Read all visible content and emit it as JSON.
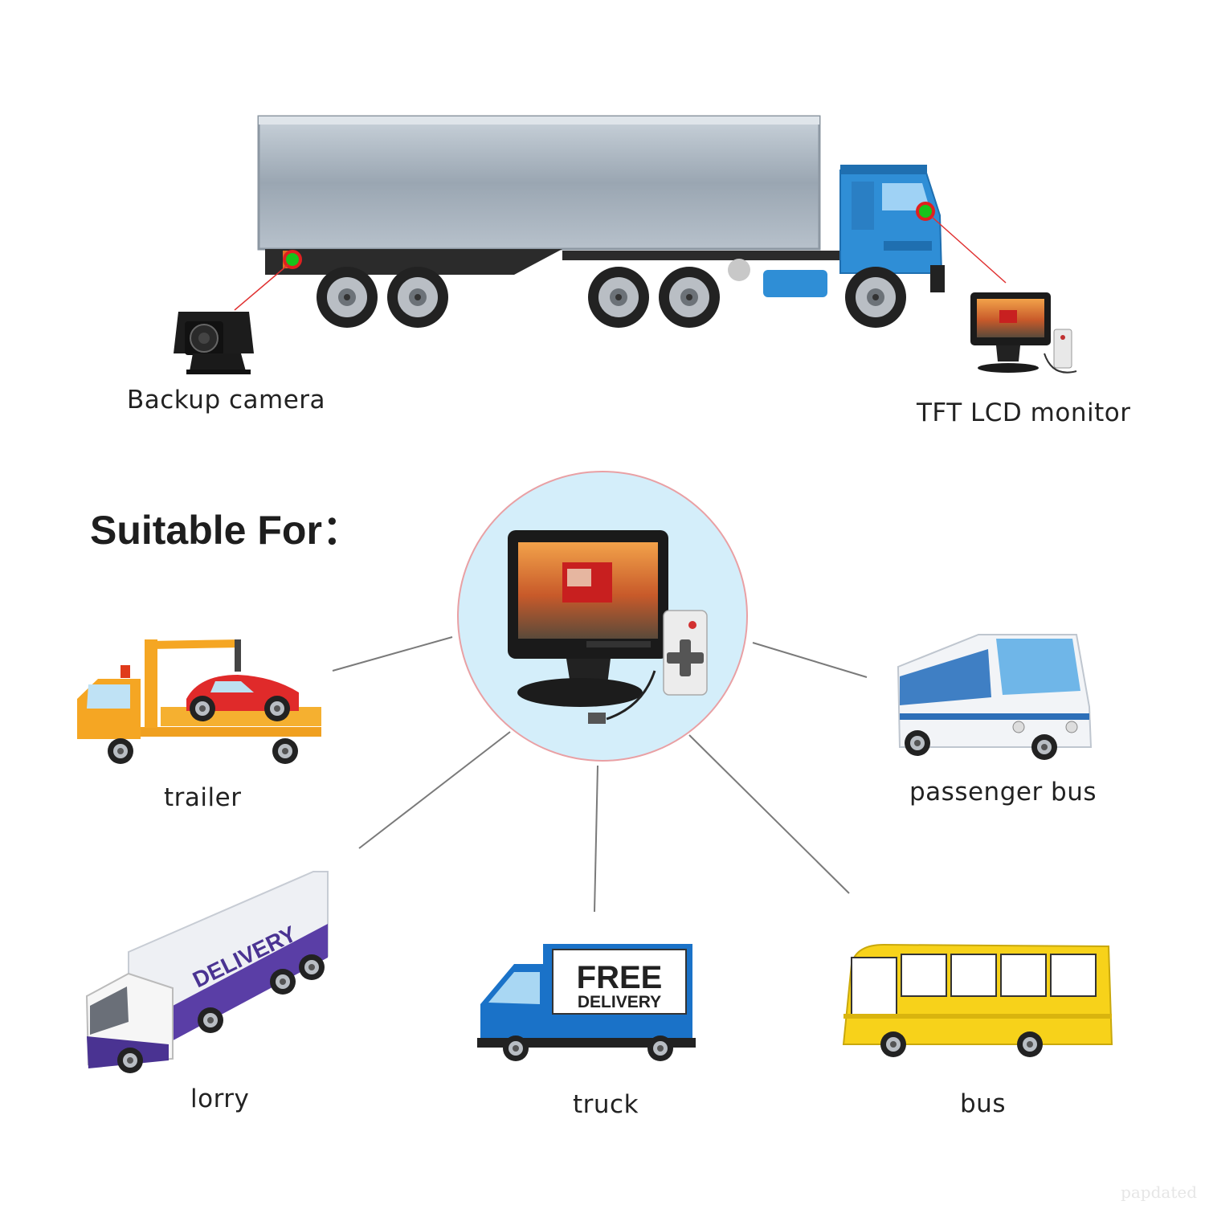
{
  "top": {
    "camera_label": "Backup camera",
    "monitor_label": "TFT LCD monitor"
  },
  "suitable": {
    "title": "Suitable For：",
    "vehicles": [
      {
        "label": "trailer",
        "icon": "tow-truck-icon"
      },
      {
        "label": "passenger bus",
        "icon": "passenger-bus-icon"
      },
      {
        "label": "lorry",
        "icon": "delivery-lorry-icon"
      },
      {
        "label": "truck",
        "icon": "delivery-truck-icon"
      },
      {
        "label": "bus",
        "icon": "school-bus-icon"
      }
    ],
    "center_image": "monitor-with-remote-icon"
  },
  "signs": {
    "lorry_sign": "DELIVERY",
    "truck_sign_line1": "FREE",
    "truck_sign_line2": "DELIVERY"
  },
  "watermark": "papdated",
  "colors": {
    "indicator_dot": "#18c41a",
    "indicator_ring": "#e02020",
    "pointer_line": "#e03030",
    "truck_cab": "#2f8ed6",
    "trailer_body": "#aab6c2",
    "circle_bg": "#d4eefa",
    "circle_border": "#e9a0a4"
  }
}
